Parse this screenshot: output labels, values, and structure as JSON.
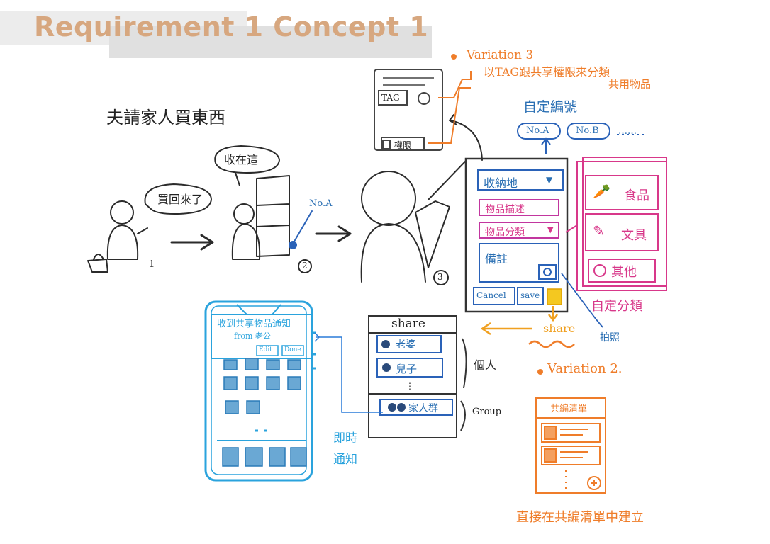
{
  "title": "Requirement 1 Concept 1",
  "story": {
    "heading": "夫請家人買東西",
    "bubble1": "買回來了",
    "bubble2": "收在這",
    "tag_no_a": "No.A",
    "step1": "1",
    "step2": "2",
    "step3": "3"
  },
  "variation3": {
    "title": "Variation 3",
    "line1": "以TAG跟共享權限來分類",
    "line2": "共用物品",
    "card_tag": "TAG",
    "card_perm": "權限"
  },
  "numbering": {
    "title": "自定編號",
    "chip_a": "No.A",
    "chip_b": "No.B",
    "more": "……"
  },
  "form": {
    "storage": "收納地",
    "item_desc": "物品描述",
    "item_category": "物品分類",
    "note": "備註",
    "cancel": "Cancel",
    "save": "save"
  },
  "category_panel": {
    "item1": "食品",
    "item2": "文具",
    "item3": "其他",
    "caption": "自定分類"
  },
  "photo_label": "拍照",
  "share_arrow_label": "share",
  "share_panel": {
    "title": "share",
    "person1": "老婆",
    "person2": "兒子",
    "group1": "家人群",
    "label_personal": "個人",
    "label_group": "Group"
  },
  "phone": {
    "notification_title": "收到共享物品通知",
    "notification_sub": "from 老公",
    "edit": "Edit",
    "done": "Done",
    "caption_line1": "即時",
    "caption_line2": "通知"
  },
  "variation2": {
    "title": "Variation 2.",
    "list_title": "共編清單",
    "caption": "直接在共編清單中建立"
  }
}
